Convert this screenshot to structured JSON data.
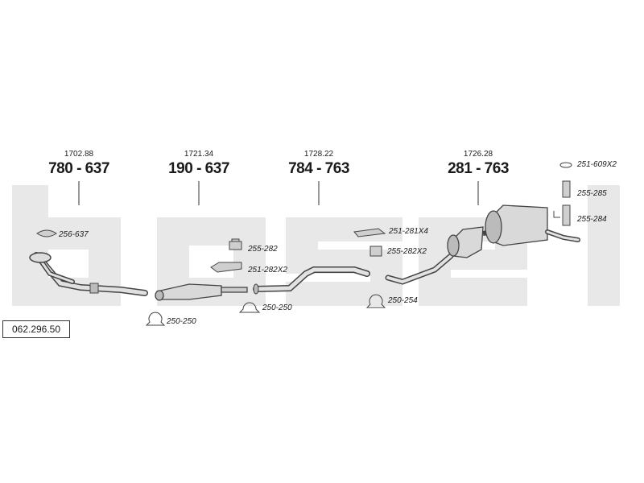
{
  "reference_number": "062.296.50",
  "colors": {
    "watermark": "#e8e8e8",
    "part_fill": "#d9d9d9",
    "part_stroke": "#444444"
  },
  "main_parts": [
    {
      "price": "1702.88",
      "code": "780 - 637"
    },
    {
      "price": "1721.34",
      "code": "190 - 637"
    },
    {
      "price": "1728.22",
      "code": "784 - 763"
    },
    {
      "price": "1726.28",
      "code": "281 - 763"
    }
  ],
  "accessories": [
    {
      "code": "256-637",
      "icon": "gasket-icon"
    },
    {
      "code": "255-282",
      "icon": "rubber-mount-icon"
    },
    {
      "code": "251-282X2",
      "icon": "bracket-icon"
    },
    {
      "code": "250-250",
      "icon": "clamp-icon"
    },
    {
      "code": "250-250",
      "icon": "clamp-icon"
    },
    {
      "code": "251-281X4",
      "icon": "strap-icon"
    },
    {
      "code": "255-282X2",
      "icon": "rubber-mount-icon"
    },
    {
      "code": "250-254",
      "icon": "clamp-icon"
    },
    {
      "code": "251-609X2",
      "icon": "hanger-ring-icon"
    },
    {
      "code": "255-285",
      "icon": "bracket-icon"
    },
    {
      "code": "255-284",
      "icon": "bracket-icon"
    }
  ]
}
